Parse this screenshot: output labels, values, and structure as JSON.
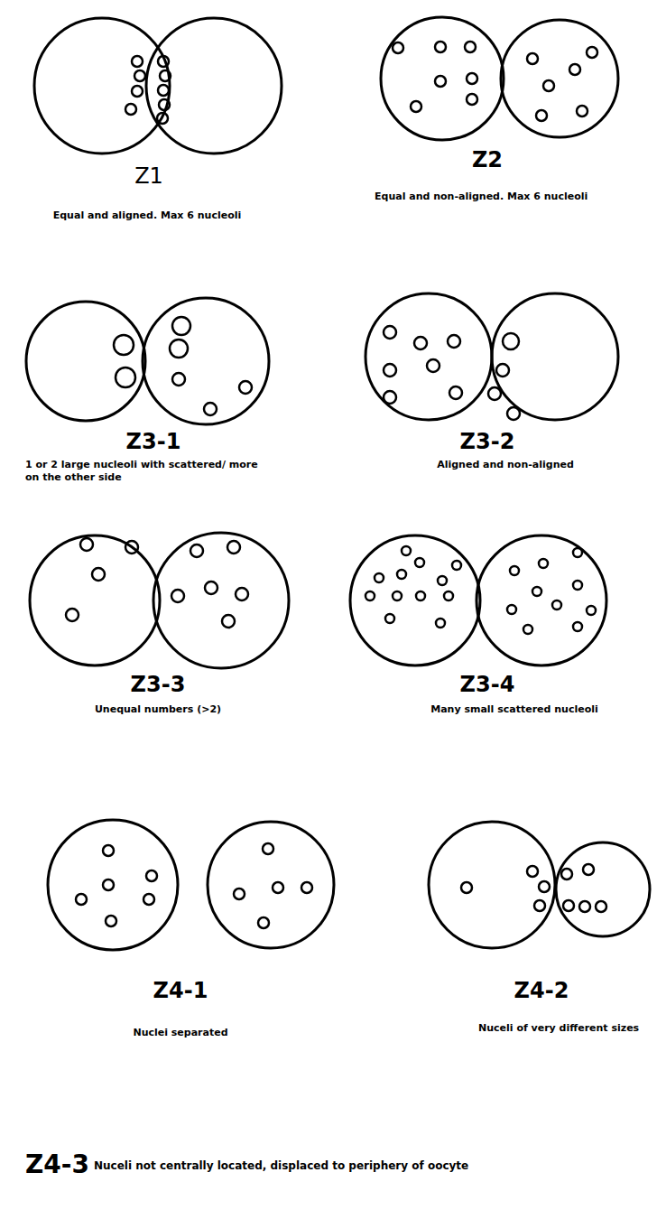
{
  "diagram": {
    "labels": [
      "Z1",
      "Equal and aligned. Max 6 nucleoli",
      "Z2",
      "Equal and non-aligned. Max 6 nucleoli",
      "Z3-1",
      "1 or 2 large nucleoli with scattered/ more on the other side",
      "Z3-2",
      "Aligned and non-aligned",
      "Z3-3",
      "Unequal numbers (>2)",
      "Z3-4",
      "Many small scattered nucleoli",
      "Z4-1",
      "Nuclei separated",
      "Z4-2",
      "Nuceli of very different sizes",
      "Z4-3",
      "Nuceli not centrally located, displaced to periphery of oocyte"
    ]
  }
}
